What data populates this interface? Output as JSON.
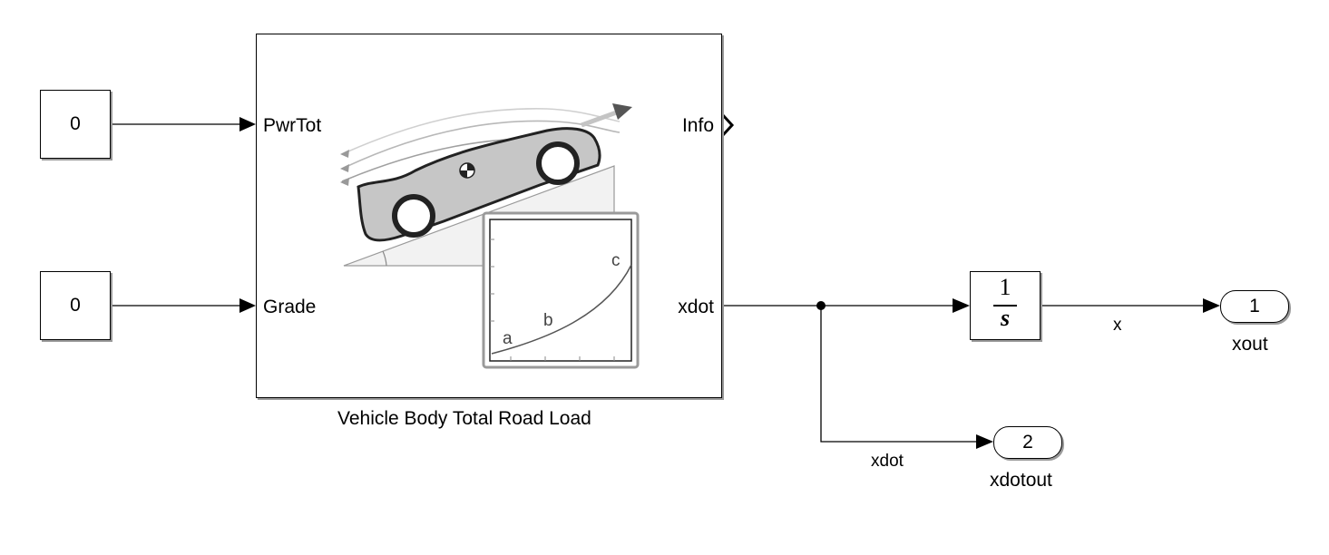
{
  "constants": [
    {
      "value": "0"
    },
    {
      "value": "0"
    }
  ],
  "subsystem": {
    "title": "Vehicle Body Total Road Load",
    "inputs": [
      "PwrTot",
      "Grade"
    ],
    "outputs": [
      "Info",
      "xdot"
    ],
    "icon": {
      "name": "vehicle-on-grade-icon",
      "curve_labels": [
        "a",
        "b",
        "c"
      ]
    }
  },
  "integrator": {
    "numerator": "1",
    "denominator": "s"
  },
  "outports": [
    {
      "number": "1",
      "name": "xout"
    },
    {
      "number": "2",
      "name": "xdotout"
    }
  ],
  "signals": {
    "x": "x",
    "xdot": "xdot"
  }
}
